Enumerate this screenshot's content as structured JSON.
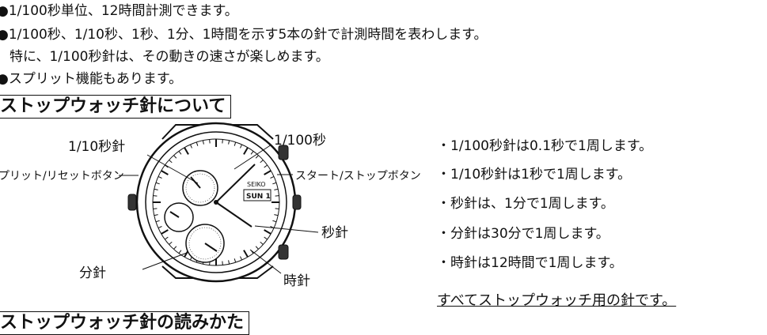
{
  "intro": [
    "●1/100秒単位、12時間計測できます。",
    "●1/100秒、1/10秒、1秒、1分、1時間を示す5本の針で計測時間を表わします。",
    "特に、1/100秒針は、その動きの速さが楽しめます。",
    "●スプリット機能もあります。"
  ],
  "heading1": "ストップウォッチ針について",
  "labels": {
    "tenth": "1/10秒針",
    "split_reset": "プリット/リセットボタン",
    "hundredth": "1/100秒",
    "start_stop": "スタート/ストップボタン",
    "second": "秒針",
    "minute": "分針",
    "hour": "時針"
  },
  "watch": {
    "brand": "SEIKO",
    "day": "SUN 1"
  },
  "bullets": [
    "・1/100秒針は0.1秒で1周します。",
    "・1/10秒針は1秒で1周します。",
    "・秒針は、1分で1周します。",
    "・分針は30分で1周します。",
    "・時針は12時間で1周します。"
  ],
  "note": "すべてストップウォッチ用の針です。",
  "heading2": "ストップウォッチ針の読みかた"
}
